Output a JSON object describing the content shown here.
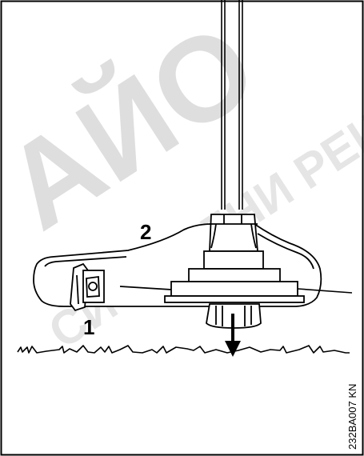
{
  "callouts": {
    "c1": "1",
    "c2": "2"
  },
  "figure_code": "232BA007 KN",
  "watermark": {
    "big_text": "АЙО",
    "small_text": "СИОНАЛНИ РЕШ",
    "opacity_big": 0.13,
    "opacity_small": 0.1
  },
  "colors": {
    "line": "#000000",
    "paper": "#ffffff",
    "frame": "#000000"
  },
  "icons": {
    "arrow": "down-arrow-icon"
  }
}
